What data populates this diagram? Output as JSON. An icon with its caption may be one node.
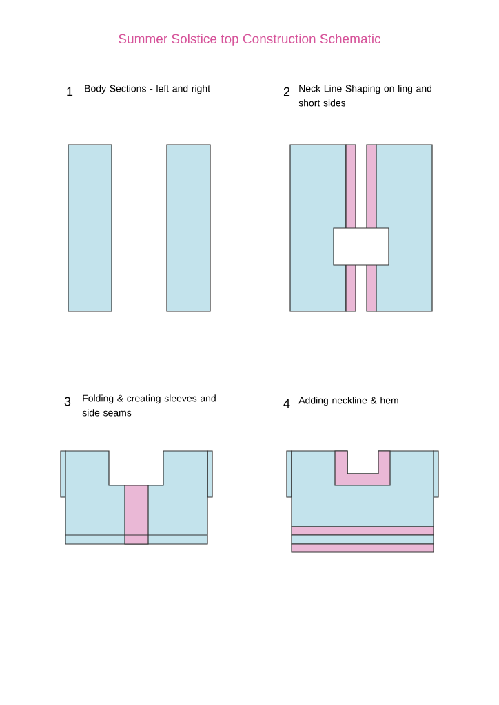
{
  "diagram": {
    "title": "Summer Solstice top Construction Schematic",
    "labels": [
      "1",
      "Body Sections - left and right",
      "2",
      "Neck Line Shaping on ling and short sides",
      "3",
      "Folding & creating sleeves and side seams",
      "4",
      "Adding neckline & hem"
    ]
  }
}
